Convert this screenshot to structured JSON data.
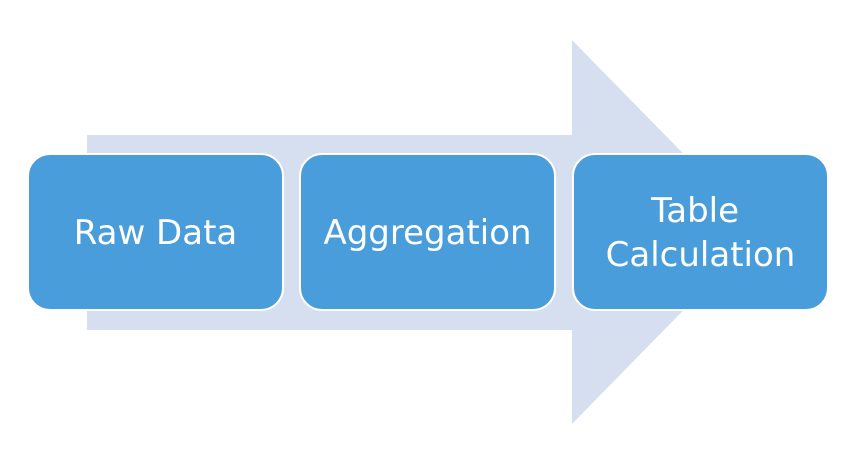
{
  "diagram": {
    "type": "process-arrow",
    "colors": {
      "arrow": "#d5dff0",
      "box": "#4a9ddb",
      "box_border": "#ffffff",
      "text": "#ffffff"
    },
    "steps": [
      {
        "lines": [
          "Raw Data"
        ]
      },
      {
        "lines": [
          "Aggregation"
        ]
      },
      {
        "lines": [
          "Table",
          "Calculation"
        ]
      }
    ]
  }
}
